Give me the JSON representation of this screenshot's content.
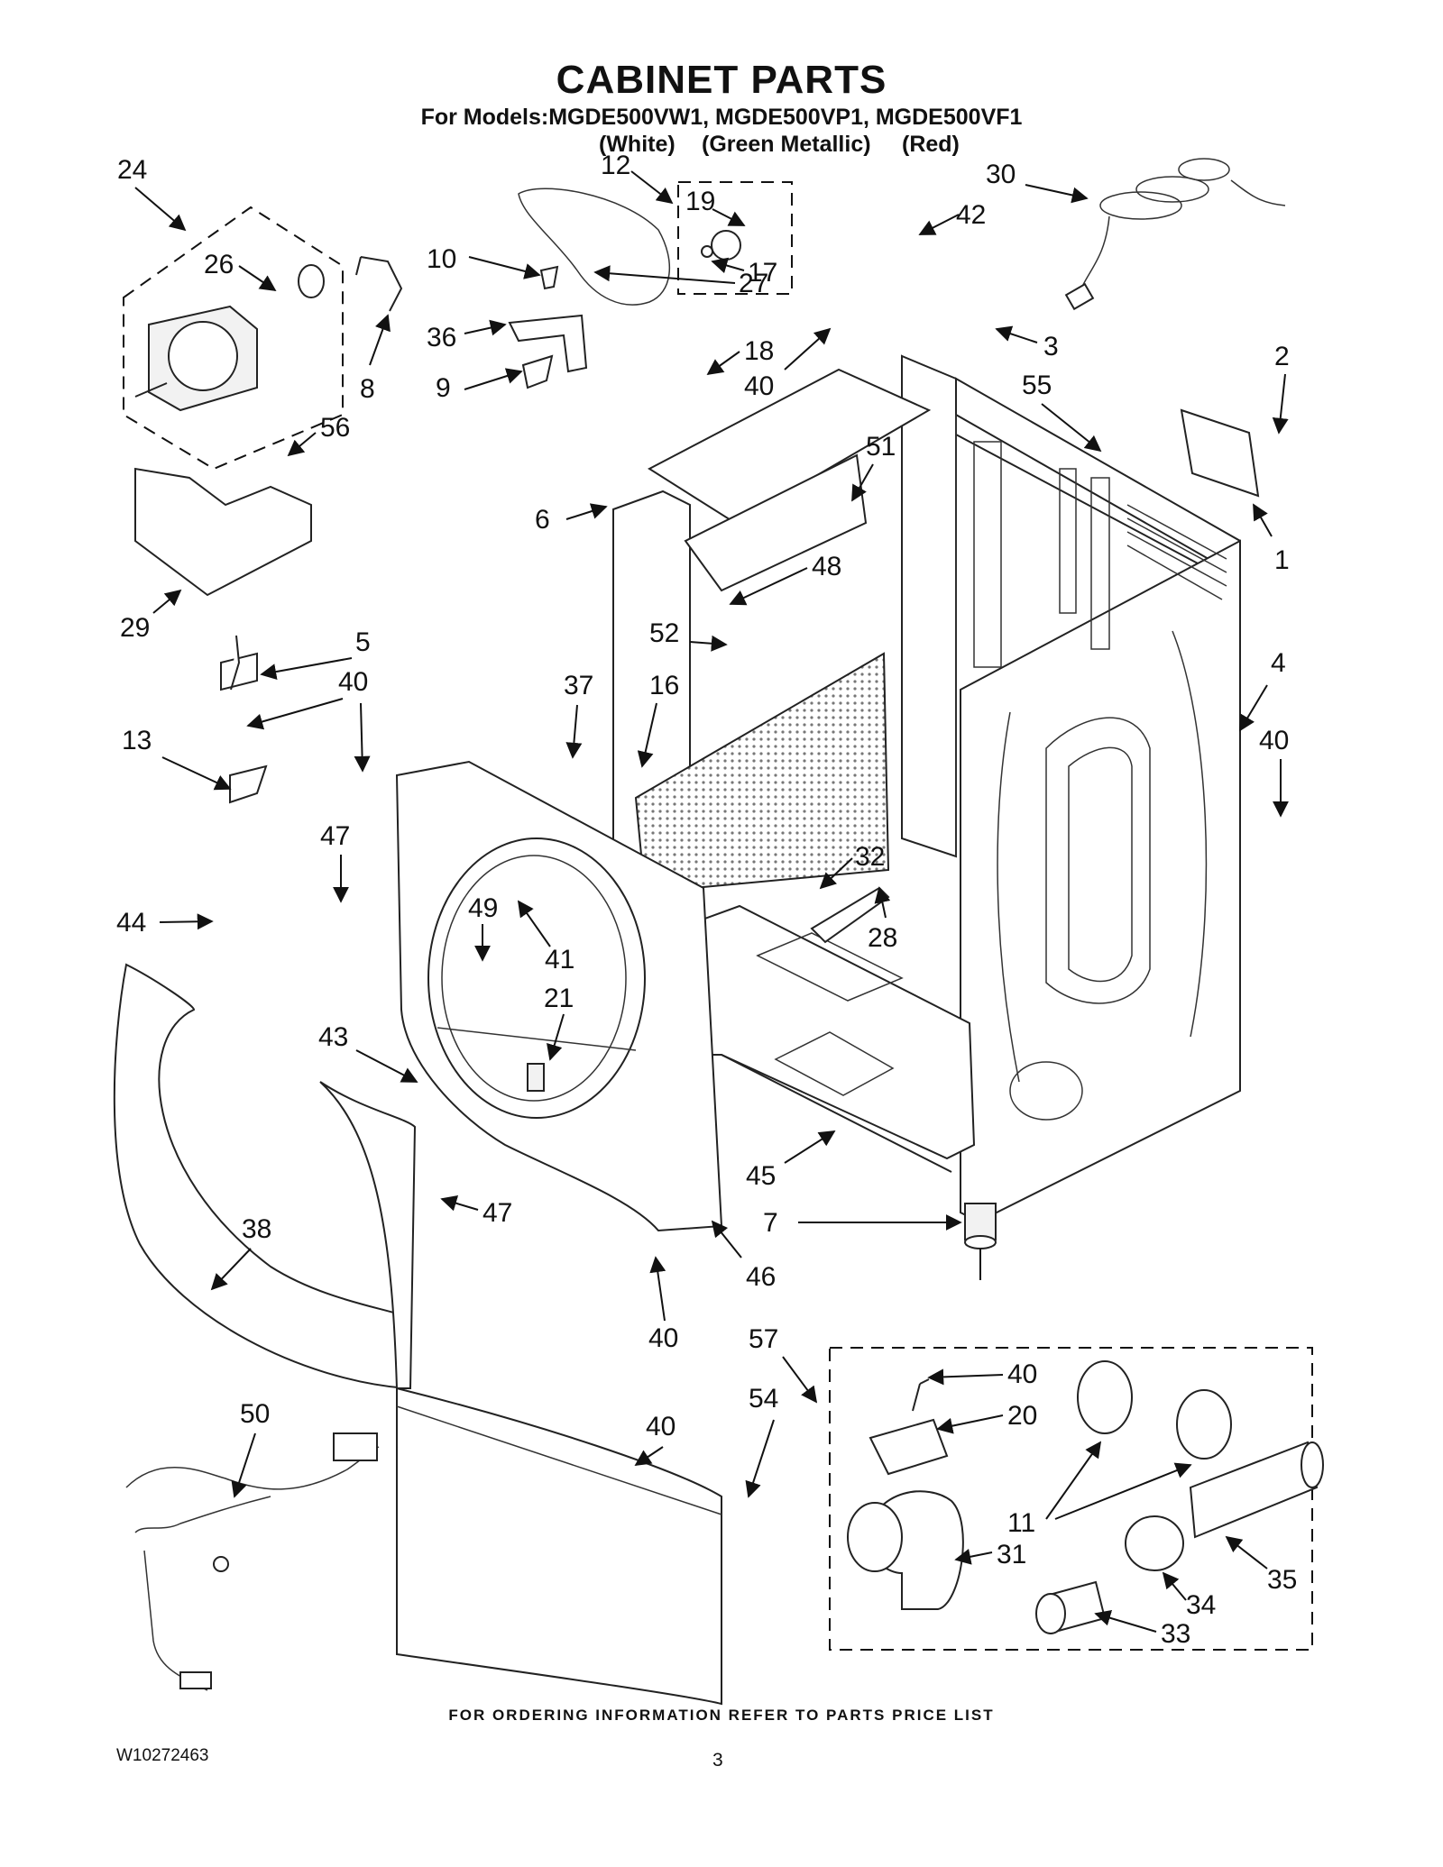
{
  "header": {
    "title": "CABINET PARTS",
    "models": "For Models:MGDE500VW1, MGDE500VP1, MGDE500VF1",
    "variant_white": "(White)",
    "variant_green": "(Green Metallic)",
    "variant_red": "(Red)"
  },
  "callouts": [
    {
      "id": "24",
      "label": "24"
    },
    {
      "id": "26",
      "label": "26"
    },
    {
      "id": "8",
      "label": "8"
    },
    {
      "id": "12",
      "label": "12"
    },
    {
      "id": "19",
      "label": "19"
    },
    {
      "id": "17",
      "label": "17"
    },
    {
      "id": "10",
      "label": "10"
    },
    {
      "id": "36",
      "label": "36"
    },
    {
      "id": "27",
      "label": "27"
    },
    {
      "id": "9",
      "label": "9"
    },
    {
      "id": "18",
      "label": "18"
    },
    {
      "id": "40a",
      "label": "40"
    },
    {
      "id": "30",
      "label": "30"
    },
    {
      "id": "42",
      "label": "42"
    },
    {
      "id": "3",
      "label": "3"
    },
    {
      "id": "55",
      "label": "55"
    },
    {
      "id": "2",
      "label": "2"
    },
    {
      "id": "56",
      "label": "56"
    },
    {
      "id": "51",
      "label": "51"
    },
    {
      "id": "6",
      "label": "6"
    },
    {
      "id": "1",
      "label": "1"
    },
    {
      "id": "29",
      "label": "29"
    },
    {
      "id": "48",
      "label": "48"
    },
    {
      "id": "52",
      "label": "52"
    },
    {
      "id": "5",
      "label": "5"
    },
    {
      "id": "40b",
      "label": "40"
    },
    {
      "id": "4",
      "label": "4"
    },
    {
      "id": "37",
      "label": "37"
    },
    {
      "id": "16",
      "label": "16"
    },
    {
      "id": "13",
      "label": "13"
    },
    {
      "id": "40c",
      "label": "40"
    },
    {
      "id": "47a",
      "label": "47"
    },
    {
      "id": "32",
      "label": "32"
    },
    {
      "id": "44",
      "label": "44"
    },
    {
      "id": "49",
      "label": "49"
    },
    {
      "id": "41",
      "label": "41"
    },
    {
      "id": "28",
      "label": "28"
    },
    {
      "id": "21",
      "label": "21"
    },
    {
      "id": "43",
      "label": "43"
    },
    {
      "id": "47b",
      "label": "47"
    },
    {
      "id": "45",
      "label": "45"
    },
    {
      "id": "7",
      "label": "7"
    },
    {
      "id": "38",
      "label": "38"
    },
    {
      "id": "46",
      "label": "46"
    },
    {
      "id": "40d",
      "label": "40"
    },
    {
      "id": "57",
      "label": "57"
    },
    {
      "id": "40e",
      "label": "40"
    },
    {
      "id": "20",
      "label": "20"
    },
    {
      "id": "50",
      "label": "50"
    },
    {
      "id": "40f",
      "label": "40"
    },
    {
      "id": "54",
      "label": "54"
    },
    {
      "id": "11",
      "label": "11"
    },
    {
      "id": "31",
      "label": "31"
    },
    {
      "id": "35",
      "label": "35"
    },
    {
      "id": "34",
      "label": "34"
    },
    {
      "id": "33",
      "label": "33"
    }
  ],
  "footer": {
    "note": "FOR ORDERING INFORMATION REFER TO PARTS PRICE LIST",
    "doc_number": "W10272463",
    "page": "3"
  }
}
